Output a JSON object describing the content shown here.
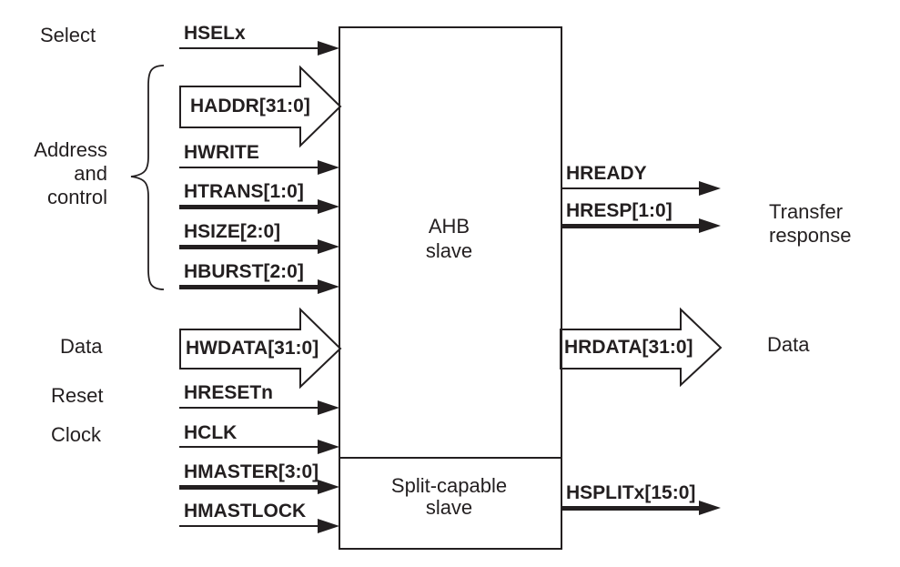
{
  "colors": {
    "ink": "#231f20",
    "paper": "#ffffff"
  },
  "block_diagram": {
    "main_block": {
      "line1": "AHB",
      "line2": "slave"
    },
    "sub_block": {
      "line1": "Split-capable",
      "line2": "slave"
    },
    "group_labels": {
      "select": "Select",
      "address_control": {
        "line1": "Address",
        "line2": "and",
        "line3": "control"
      },
      "data_in": "Data",
      "reset": "Reset",
      "clock": "Clock",
      "transfer_response": {
        "line1": "Transfer",
        "line2": "response"
      },
      "data_out": "Data"
    },
    "inputs": {
      "hselx": "HSELx",
      "haddr": "HADDR[31:0]",
      "hwrite": "HWRITE",
      "htrans": "HTRANS[1:0]",
      "hsize": "HSIZE[2:0]",
      "hburst": "HBURST[2:0]",
      "hwdata": "HWDATA[31:0]",
      "hresetn": "HRESETn",
      "hclk": "HCLK",
      "hmaster": "HMASTER[3:0]",
      "hmastlock": "HMASTLOCK"
    },
    "outputs": {
      "hready": "HREADY",
      "hresp": "HRESP[1:0]",
      "hrdata": "HRDATA[31:0]",
      "hsplitx": "HSPLITx[15:0]"
    }
  }
}
